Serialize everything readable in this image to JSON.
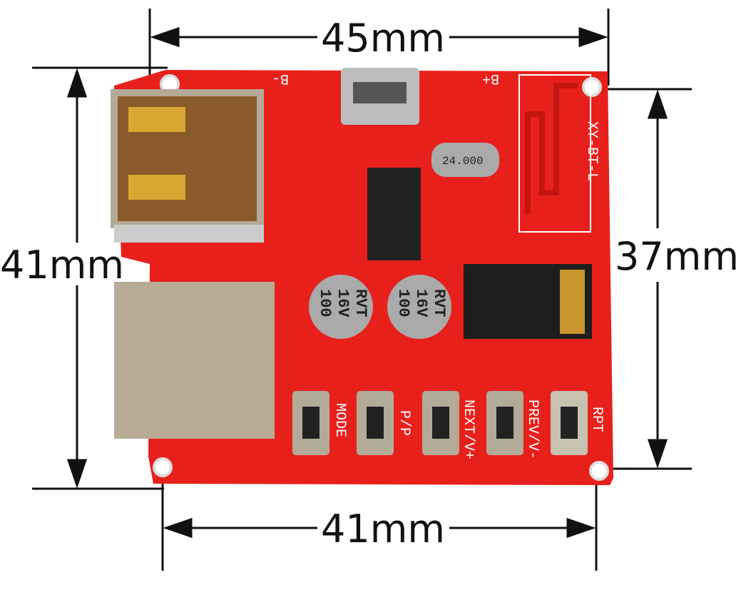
{
  "dimensions": {
    "top_width": "45mm",
    "left_height": "41mm",
    "right_height": "37mm",
    "bottom_width": "41mm"
  },
  "board": {
    "model": "XY-BT-L",
    "battery_neg": "B-",
    "battery_pos": "B+",
    "crystal": "24.000",
    "capacitors": [
      {
        "line1": "100",
        "line2": "16V",
        "line3": "RVT"
      },
      {
        "line1": "100",
        "line2": "16V",
        "line3": "RVT"
      }
    ],
    "buttons": [
      "MODE",
      "P/P",
      "NEXT/V+",
      "PREV/V-",
      "RPT"
    ]
  },
  "colors": {
    "pcb": "#e8201c",
    "silkscreen": "#ffffff"
  }
}
